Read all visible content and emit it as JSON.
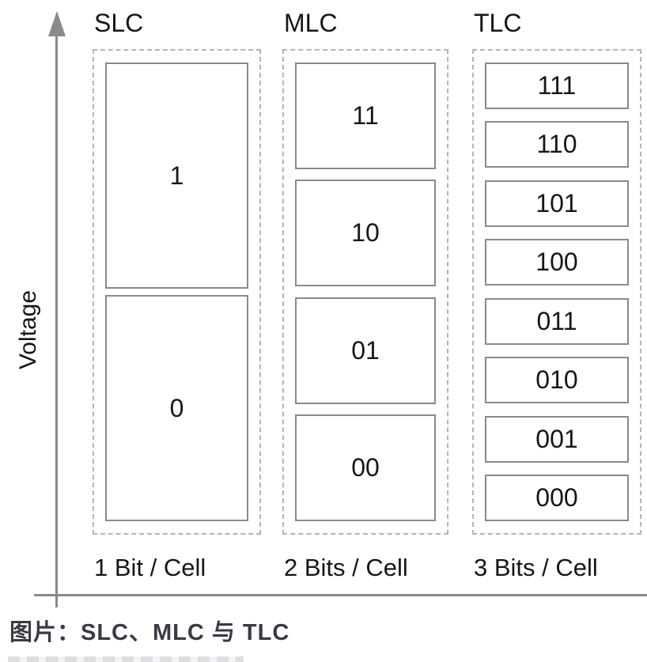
{
  "axis": {
    "y_label": "Voltage"
  },
  "columns": [
    {
      "name": "SLC",
      "caption": "1 Bit / Cell",
      "cells": [
        "1",
        "0"
      ]
    },
    {
      "name": "MLC",
      "caption": "2 Bits / Cell",
      "cells": [
        "11",
        "10",
        "01",
        "00"
      ]
    },
    {
      "name": "TLC",
      "caption": "3 Bits / Cell",
      "cells": [
        "111",
        "110",
        "101",
        "100",
        "011",
        "010",
        "001",
        "000"
      ]
    }
  ],
  "figure_caption": "图片：SLC、MLC 与 TLC",
  "colors": {
    "axis_color": "#8a8a8a",
    "dash_color": "#b5b5b5",
    "box_border": "#8a8a8a",
    "text_color": "#161616",
    "caption_color": "#3a3a44",
    "bg_color": "#ffffff"
  }
}
